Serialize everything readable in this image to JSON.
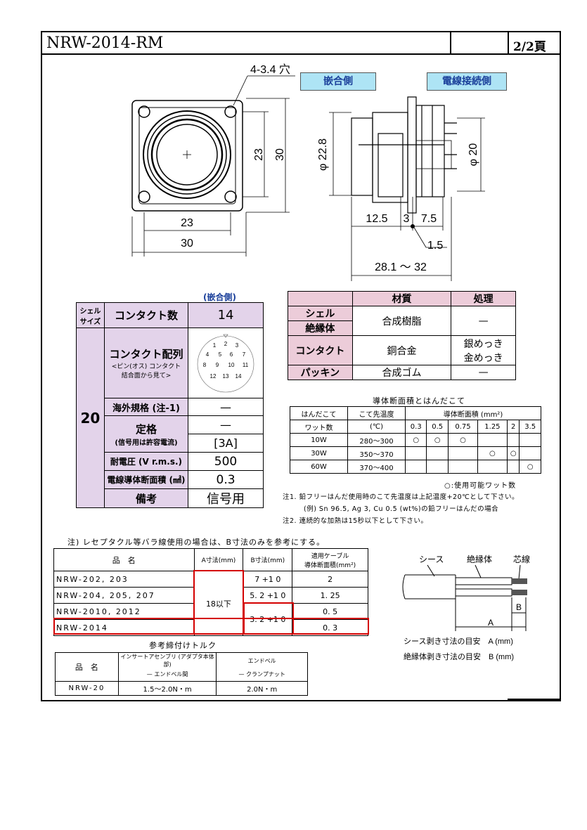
{
  "header": {
    "title": "NRW-2014-RM",
    "page": "2/2頁"
  },
  "drawing": {
    "hole_label": "4-3.4 穴",
    "tag_mating": "嵌合側",
    "tag_wire": "電線接続側",
    "dim_inner": "23",
    "dim_outer": "30",
    "dim_h_inner": "23",
    "dim_h_outer": "30",
    "dim_phi228": "φ 22.8",
    "dim_phi20": "φ 20",
    "dim_125": "12.5",
    "dim_3": "3",
    "dim_75": "7.5",
    "dim_15": "1.5",
    "dim_len": "28.1 ～ 32"
  },
  "spec": {
    "caption": "(嵌合側)",
    "shell_size_label": "シェル サイズ",
    "contact_count_label": "コンタクト数",
    "contact_count": "14",
    "shell_size": "20",
    "layout_label": "コンタクト配列",
    "layout_sub1": "<ピン(オス) コンタクト",
    "layout_sub2": "結合面から見て>",
    "pins": [
      "1",
      "2",
      "3",
      "4",
      "5",
      "6",
      "7",
      "8",
      "9",
      "10",
      "11",
      "12",
      "13",
      "14"
    ],
    "overseas_label": "海外規格 (注-1)",
    "overseas_value": "—",
    "rating_label": "定格",
    "rating_sub": "(信号用は許容電流)",
    "rating_value1": "—",
    "rating_value2": "[3A]",
    "voltage_label": "耐電圧 (V r.m.s.)",
    "voltage_value": "500",
    "wire_label": "電線導体断面積 (㎟)",
    "wire_value": "0.3",
    "remark_label": "備考",
    "remark_value": "信号用"
  },
  "material": {
    "h_material": "材質",
    "h_treatment": "処理",
    "shell": "シェル",
    "insulator": "絶縁体",
    "resin": "合成樹脂",
    "dash1": "—",
    "contact": "コンタクト",
    "copper": "銅合金",
    "silver": "銀めっき",
    "gold": "金めっき",
    "packing": "パッキン",
    "rubber": "合成ゴム",
    "dash2": "—"
  },
  "solder": {
    "title": "導体断面積とはんだこて",
    "h1a": "はんだこて",
    "h1b": "ワット数",
    "h2a": "こて先温度",
    "h2b": "(℃)",
    "h3": "導体断面積 (mm²)",
    "sizes": [
      "0.3",
      "0.5",
      "0.75",
      "1.25",
      "2",
      "3.5"
    ],
    "rows": [
      {
        "watt": "10W",
        "temp": "280～300",
        "marks": [
          "○",
          "○",
          "○",
          "",
          "",
          ""
        ]
      },
      {
        "watt": "30W",
        "temp": "350～370",
        "marks": [
          "",
          "",
          "",
          "○",
          "○",
          ""
        ]
      },
      {
        "watt": "60W",
        "temp": "370～400",
        "marks": [
          "",
          "",
          "",
          "",
          "",
          "○"
        ]
      }
    ],
    "legend": "○:使用可能ワット数",
    "note1": "注1. 鉛フリーはんだ使用時のこて先温度は上記温度+20℃として下さい。",
    "note1b": "(例) Sn 96.5, Ag 3, Cu 0.5 (wt%)の鉛フリーはんだの場合",
    "note2": "注2. 連続的な加熱は15秒以下として下さい。"
  },
  "strip": {
    "note": "注) レセプタクル等バラ線使用の場合は、B寸法のみを参考にする。",
    "h_name": "品　名",
    "h_a": "A寸法(mm)",
    "h_b": "B寸法(mm)",
    "h_cable1": "適用ケーブル",
    "h_cable2": "導体断面積(mm²)",
    "a_value": "18以下",
    "rows": [
      {
        "name": "NRW-202, 203",
        "b": "7 +1 0",
        "cable": "2"
      },
      {
        "name": "NRW-204, 205, 207",
        "b": "5. 2 +1 0",
        "cable": "1. 25"
      },
      {
        "name": "NRW-2010, 2012",
        "b": "3. 2 +1 0",
        "cable": "0. 5"
      },
      {
        "name": "NRW-2014",
        "b": "",
        "cable": "0. 3"
      }
    ],
    "sheath": "シース",
    "insul": "絶縁体",
    "core": "芯線",
    "lbl_b": "B",
    "lbl_a": "A",
    "guide_a": "シース剥き寸法の目安　A (mm)",
    "guide_b": "絶縁体剥き寸法の目安　B (mm)"
  },
  "torque": {
    "title": "参考締付けトルク",
    "h_name": "品　名",
    "h_c1a": "インサートアセンブリ (アダプタ本体部)",
    "h_c1b": "— エンドベル間",
    "h_c2a": "エンドベル",
    "h_c2b": "— クランプナット",
    "row_name": "NRW-20",
    "row_v1": "1.5～2.0N・m",
    "row_v2": "2.0N・m"
  }
}
